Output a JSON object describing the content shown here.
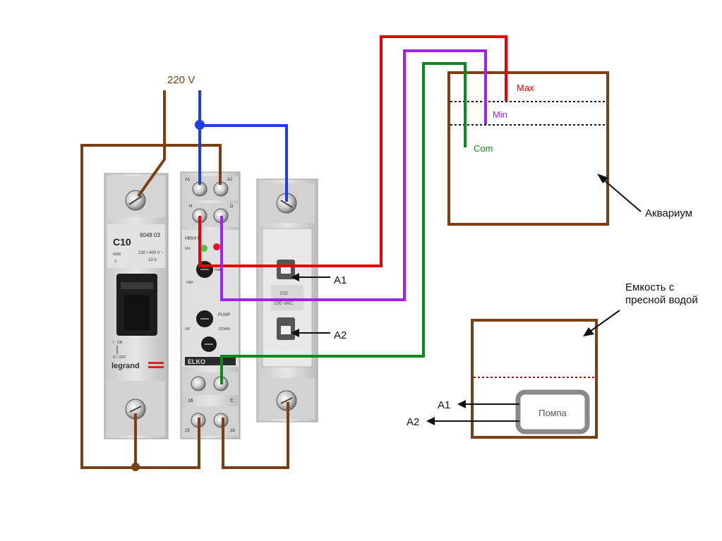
{
  "supply": {
    "label": "220 V"
  },
  "breaker": {
    "rating": "C10",
    "code": "6048 03",
    "spec_line1": "230 / 400 V ~",
    "spec_line2": "10 A",
    "small_left": "6000",
    "small_left2": "3",
    "on_label": "I - ON",
    "off_label": "O - OFF",
    "brand": "legrand"
  },
  "relay": {
    "model": "HRH-5",
    "on_label": "Un",
    "t_top_left": "A1",
    "t_top_right": "A2",
    "t_mid_left": "H",
    "t_mid_right": "D",
    "knob1_left": "min",
    "knob1_right": "max",
    "knob2_label": "PUMP",
    "knob2_sub_left": "UP",
    "knob2_sub_right": "DOWN",
    "brand": "ELKO",
    "t_bot_left": "16",
    "t_bot_right": "C",
    "t_low_left": "15",
    "t_low_right": "18"
  },
  "contactor": {
    "label1": "230",
    "label2": "230 VAC"
  },
  "contactor_labels": {
    "a1": "A1",
    "a2": "A2"
  },
  "aquarium": {
    "name": "Аквариум",
    "max": "Max",
    "min": "Min",
    "com": "Com"
  },
  "tank": {
    "name_line1": "Емкость с",
    "name_line2": "пресной водой",
    "pump": "Помпа",
    "a1": "A1",
    "a2": "A2"
  },
  "colors": {
    "live": "#7a3f12",
    "neutral": "#1f3ee0",
    "max_wire": "#e60000",
    "min_wire": "#a020f0",
    "com_wire": "#0d8a1c",
    "tank_border": "#7a3f12"
  }
}
